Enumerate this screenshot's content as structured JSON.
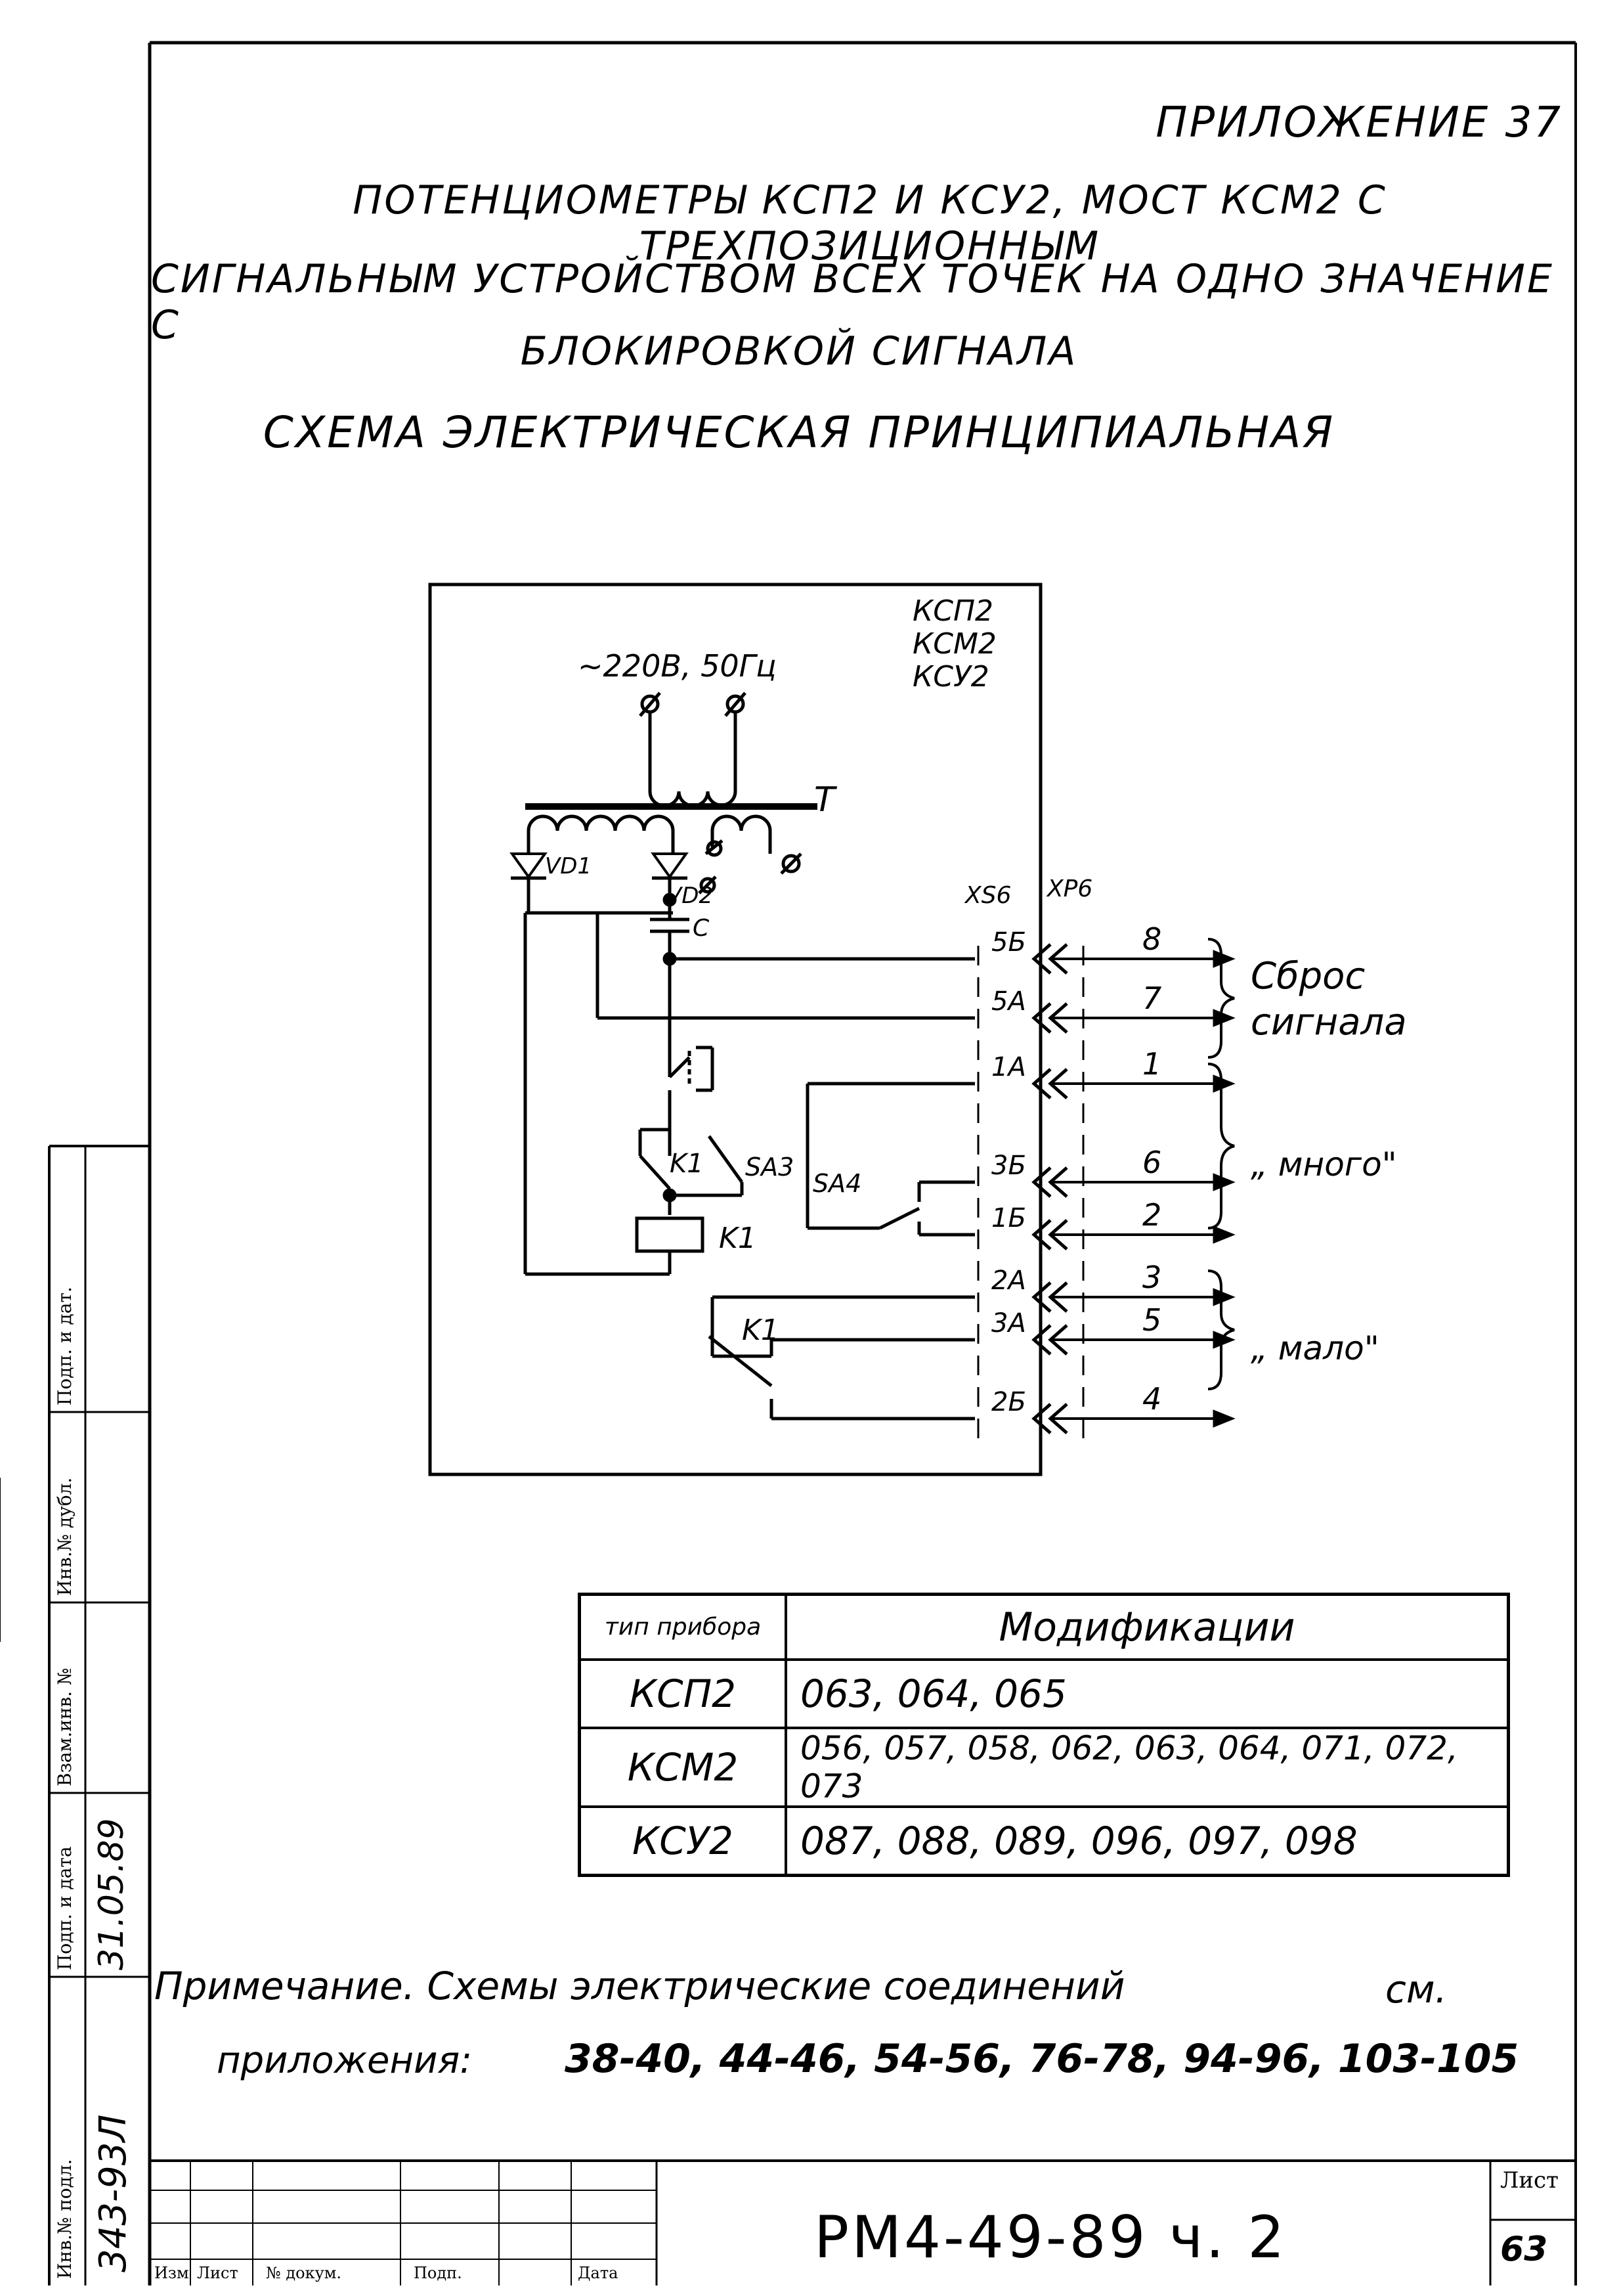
{
  "header": {
    "appendix": "ПРИЛОЖЕНИЕ 37",
    "title_line1": "ПОТЕНЦИОМЕТРЫ КСП2 И КСУ2, МОСТ КСМ2 С ТРЕХПОЗИЦИОННЫМ",
    "title_line2": "СИГНАЛЬНЫМ УСТРОЙСТВОМ ВСЕХ ТОЧЕК НА ОДНО ЗНАЧЕНИЕ С",
    "title_line3": "БЛОКИРОВКОЙ СИГНАЛА",
    "subtitle": "СХЕМА ЭЛЕКТРИЧЕСКАЯ ПРИНЦИПИАЛЬНАЯ"
  },
  "schematic": {
    "devices": [
      "КСП2",
      "КСМ2",
      "КСУ2"
    ],
    "supply": "~220В, 50Гц",
    "transformer": "T",
    "vd1": "VD1",
    "vd2": "VD2",
    "capacitor": "C",
    "xs": "XS6",
    "xp": "XP6",
    "relay": "K1",
    "relay_contact": "K1",
    "relay_contact2": "K1",
    "sa3": "SA3",
    "sa4": "SA4",
    "pins": [
      "5Б",
      "5А",
      "1А",
      "3Б",
      "1Б",
      "2А",
      "3А",
      "2Б"
    ],
    "wires": [
      "8",
      "7",
      "1",
      "6",
      "2",
      "3",
      "5",
      "4"
    ],
    "groups": [
      {
        "line1": "Сброс",
        "line2": "сигнала"
      },
      {
        "line1": "„ много\""
      },
      {
        "line1": "„ мало\""
      }
    ]
  },
  "table": {
    "header_type": "тип прибора",
    "header_mods": "Модификации",
    "rows": [
      {
        "type": "КСП2",
        "mods": "063, 064, 065"
      },
      {
        "type": "КСМ2",
        "mods": "056, 057, 058, 062, 063, 064, 071, 072, 073"
      },
      {
        "type": "КСУ2",
        "mods": "087, 088, 089, 096, 097, 098"
      }
    ]
  },
  "note": {
    "line1": "Примечание. Схемы электрические соединений",
    "line1_end": "см.",
    "line2": "приложения:",
    "line2_refs": "38-40, 44-46, 54-56, 76-78, 94-96, 103-105"
  },
  "stamp": {
    "side_cols": [
      "Инв.№ подл.",
      "Подп. и дата",
      "Взам.инв. №",
      "Инв.№ дубл.",
      "Подп. и дат."
    ],
    "inv_number": "343-93Л",
    "sign_date": "31.05.89",
    "bottom_cols": [
      "Изм",
      "Лист",
      "№ докум.",
      "Подп.",
      "Дата"
    ],
    "doc_code": "РМ4-49-89 ч. 2",
    "sheet_label": "Лист",
    "sheet_number": "63"
  }
}
